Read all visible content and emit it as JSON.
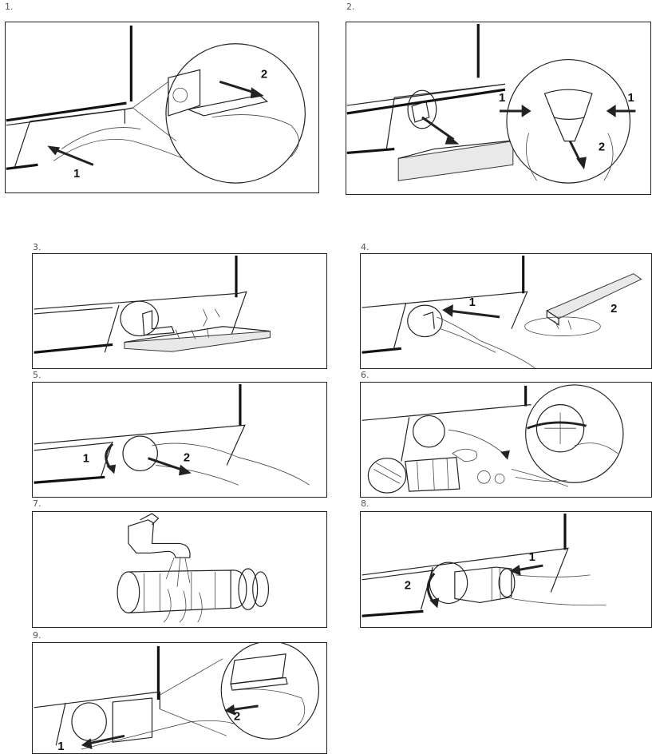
{
  "steps": [
    {
      "number": "1.",
      "labels": [
        "1",
        "2"
      ]
    },
    {
      "number": "2.",
      "labels": [
        "1",
        "1",
        "2"
      ]
    },
    {
      "number": "3.",
      "labels": []
    },
    {
      "number": "4.",
      "labels": [
        "1",
        "2"
      ]
    },
    {
      "number": "5.",
      "labels": [
        "1",
        "2"
      ]
    },
    {
      "number": "6.",
      "labels": []
    },
    {
      "number": "7.",
      "labels": []
    },
    {
      "number": "8.",
      "labels": [
        "1",
        "2"
      ]
    },
    {
      "number": "9.",
      "labels": [
        "1",
        "2"
      ]
    }
  ]
}
